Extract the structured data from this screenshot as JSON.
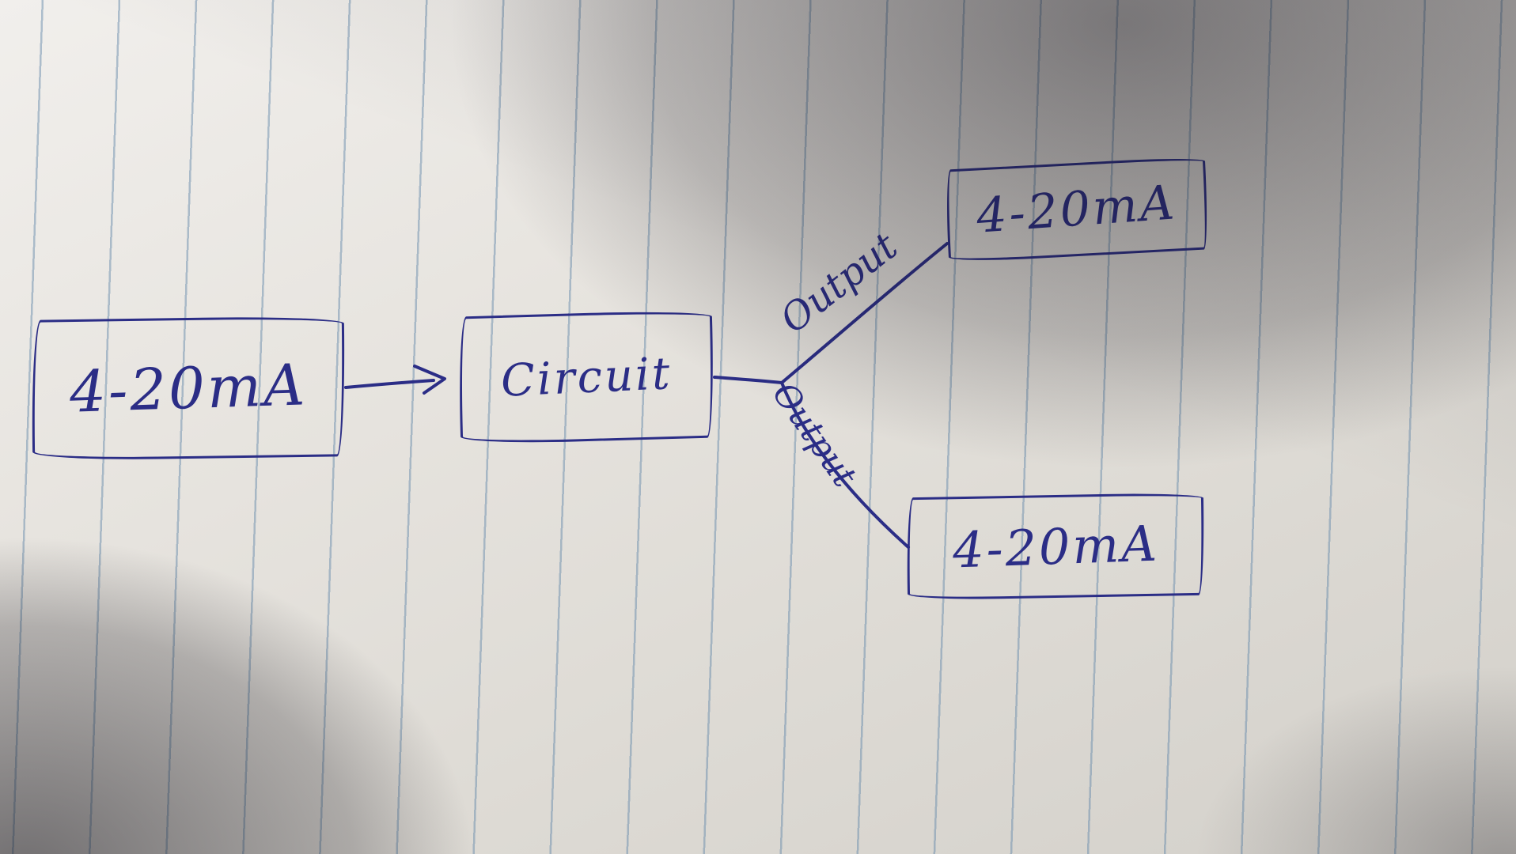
{
  "diagram": {
    "boxes": {
      "input": {
        "label": "4-20mA"
      },
      "circuit": {
        "label": "Circuit"
      },
      "output_top": {
        "label": "4-20mA"
      },
      "output_bottom": {
        "label": "4-20mA"
      }
    },
    "edge_labels": {
      "top": "Output",
      "bottom": "Output"
    },
    "colors": {
      "ink": "#2b2d86",
      "paper": "#e7e4df",
      "rule_line": "#698cac"
    }
  }
}
